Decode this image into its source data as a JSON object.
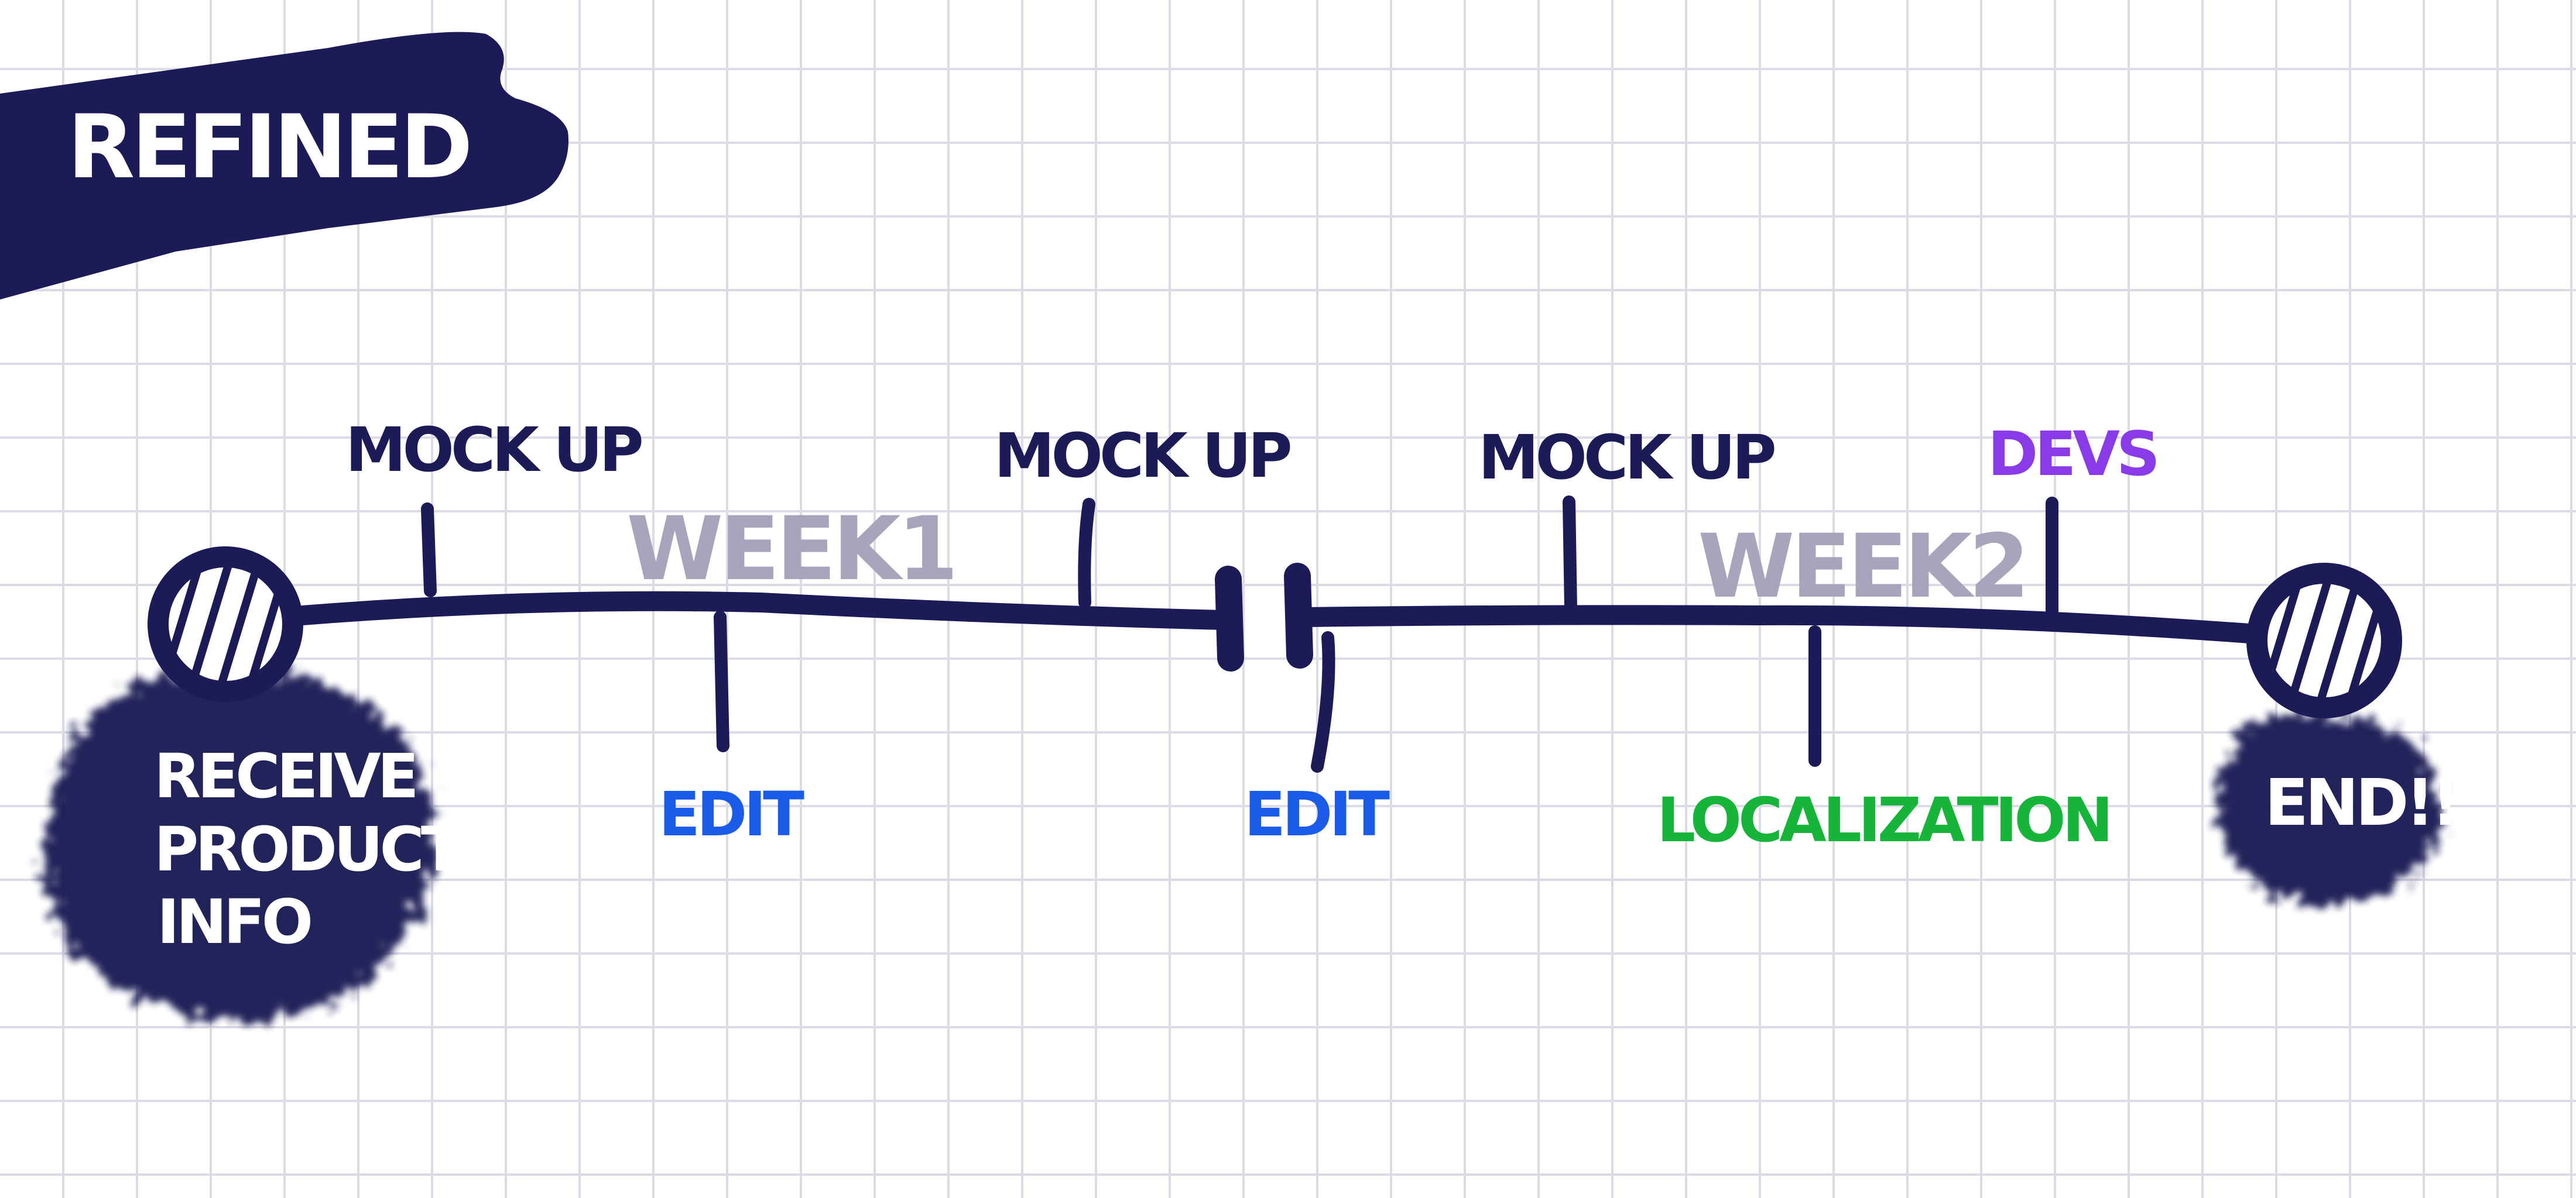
{
  "banner": {
    "title": "REFINED"
  },
  "weeks": [
    {
      "label": "WEEK1"
    },
    {
      "label": "WEEK2"
    }
  ],
  "milestones_above": [
    {
      "label": "MOCK UP",
      "color": "#1d1b57"
    },
    {
      "label": "MOCK UP",
      "color": "#1d1b57"
    },
    {
      "label": "MOCK UP",
      "color": "#1d1b57"
    },
    {
      "label": "DEVS",
      "color": "#8a3be8"
    }
  ],
  "milestones_below": [
    {
      "label": "EDIT",
      "color": "#1a5be8"
    },
    {
      "label": "EDIT",
      "color": "#1a5be8"
    },
    {
      "label": "LOCALIZATION",
      "color": "#17b43a"
    }
  ],
  "start": {
    "lines": [
      "RECEIVE",
      "PRODUCT",
      "INFO"
    ]
  },
  "end": {
    "label": "END!!"
  },
  "colors": {
    "ink": "#1d1b57",
    "week": "#a6a5bc",
    "grid": "#dcdbe6",
    "edit": "#1a5be8",
    "localization": "#17b43a",
    "devs": "#8a3be8"
  }
}
